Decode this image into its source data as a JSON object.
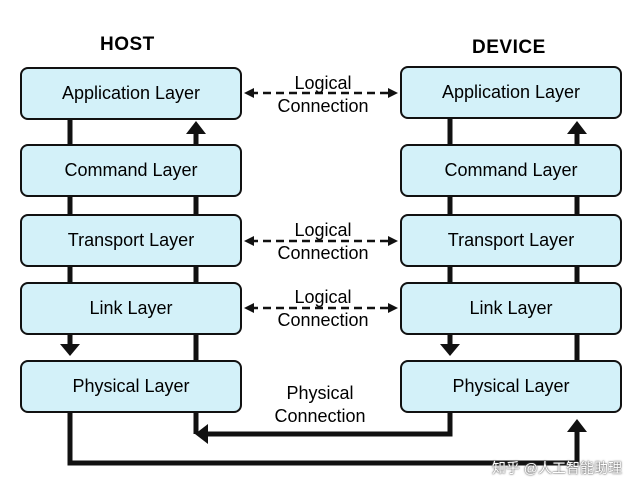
{
  "host": {
    "title": "HOST",
    "layers": [
      "Application Layer",
      "Command Layer",
      "Transport Layer",
      "Link Layer",
      "Physical Layer"
    ]
  },
  "device": {
    "title": "DEVICE",
    "layers": [
      "Application Layer",
      "Command Layer",
      "Transport Layer",
      "Link Layer",
      "Physical Layer"
    ]
  },
  "connections": {
    "application": [
      "Logical",
      "Connection"
    ],
    "transport": [
      "Logical",
      "Connection"
    ],
    "link": [
      "Logical",
      "Connection"
    ],
    "physical": [
      "Physical",
      "Connection"
    ]
  },
  "watermark": "知乎 @人工智能助理",
  "colors": {
    "layer_fill": "#d3f1f9",
    "stroke": "#111111"
  }
}
